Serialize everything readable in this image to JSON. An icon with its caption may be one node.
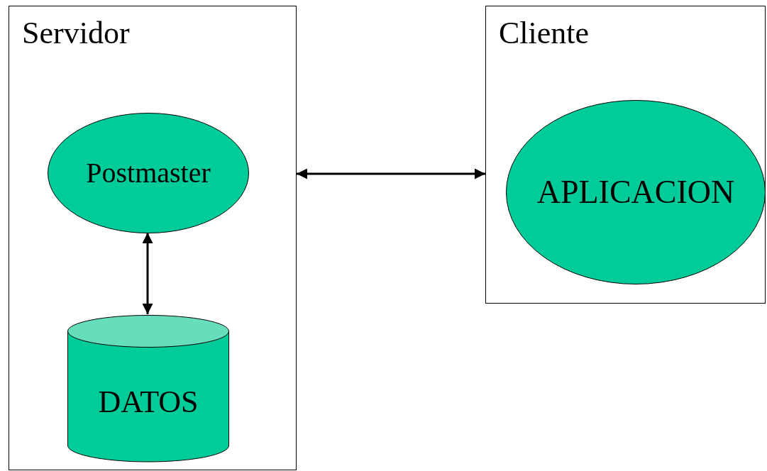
{
  "diagram": {
    "nodes": [
      {
        "text": [
          "Servidor"
        ]
      },
      {
        "text": [
          "Postmaster"
        ],
        "in": 0
      },
      {
        "text": [
          "DATOS"
        ],
        "in": 0
      },
      {
        "text": [
          "Cliente"
        ]
      },
      {
        "text": [
          "APLICACION"
        ],
        "in": 3
      }
    ],
    "edges": [
      {
        "from": 1,
        "to": 2,
        "arrow": "both"
      },
      {
        "from": 0,
        "to": 3,
        "arrow": "both"
      }
    ]
  }
}
